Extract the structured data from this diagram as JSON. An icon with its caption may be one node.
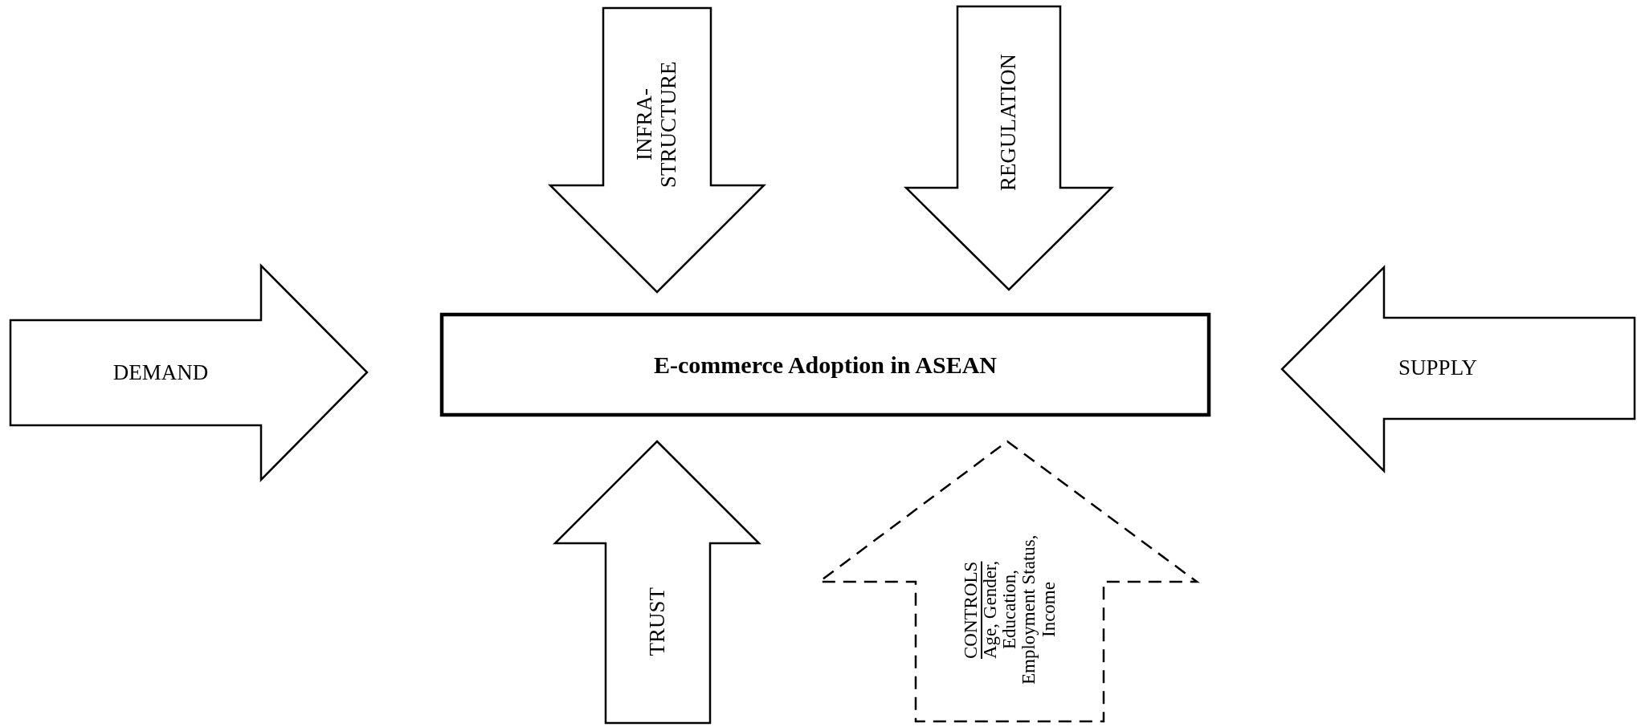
{
  "diagram": {
    "nodes": [
      {
        "text": [
          "INFRA- STRUCTURE"
        ]
      },
      {
        "text": [
          "REGULATION"
        ]
      },
      {
        "text": [
          "DEMAND"
        ]
      },
      {
        "text": [
          "E-commerce Adoption in ASEAN"
        ]
      },
      {
        "text": [
          "SUPPLY"
        ]
      },
      {
        "text": [
          "TRUST"
        ]
      },
      {
        "text": [
          "CONTROLS",
          "Age, Gender, Education, Employment Status, Income"
        ]
      }
    ]
  }
}
